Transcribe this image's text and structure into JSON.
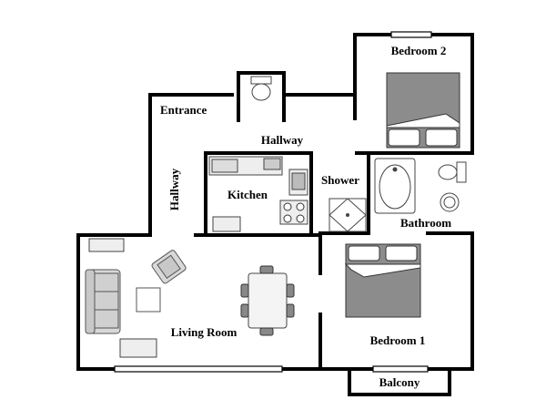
{
  "rooms": {
    "bedroom2": "Bedroom 2",
    "entrance": "Entrance",
    "hallway_top": "Hallway",
    "hallway_left": "Hallway",
    "kitchen": "Kitchen",
    "shower": "Shower",
    "bathroom": "Bathroom",
    "living_room": "Living Room",
    "bedroom1": "Bedroom 1",
    "balcony": "Balcony"
  }
}
